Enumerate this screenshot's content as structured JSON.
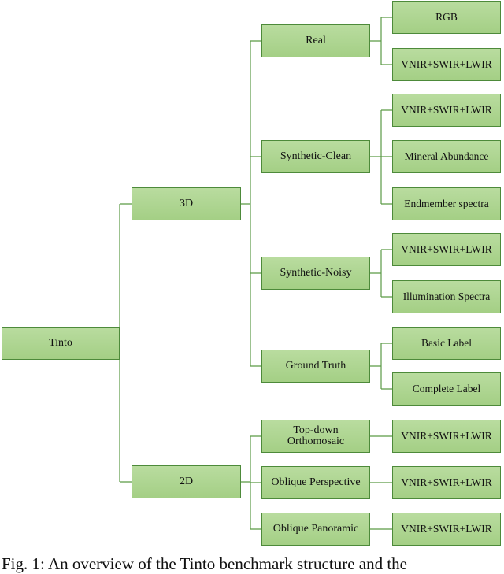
{
  "tree": {
    "root": "Tinto",
    "level1": [
      "3D",
      "2D"
    ],
    "level2": [
      "Real",
      "Synthetic-Clean",
      "Synthetic-Noisy",
      "Ground Truth",
      "Top-down\nOrthomosaic",
      "Oblique Perspective",
      "Oblique Panoramic"
    ],
    "leaves": [
      "RGB",
      "VNIR+SWIR+LWIR",
      "VNIR+SWIR+LWIR",
      "Mineral Abundance",
      "Endmember spectra",
      "VNIR+SWIR+LWIR",
      "Illumination Spectra",
      "Basic Label",
      "Complete Label",
      "VNIR+SWIR+LWIR",
      "VNIR+SWIR+LWIR",
      "VNIR+SWIR+LWIR"
    ]
  },
  "caption": "Fig. 1: An overview of the Tinto benchmark structure and the",
  "colors": {
    "node_fill": "#a9d18e",
    "node_border": "#4d8a3a",
    "connector": "#5a9a45"
  }
}
